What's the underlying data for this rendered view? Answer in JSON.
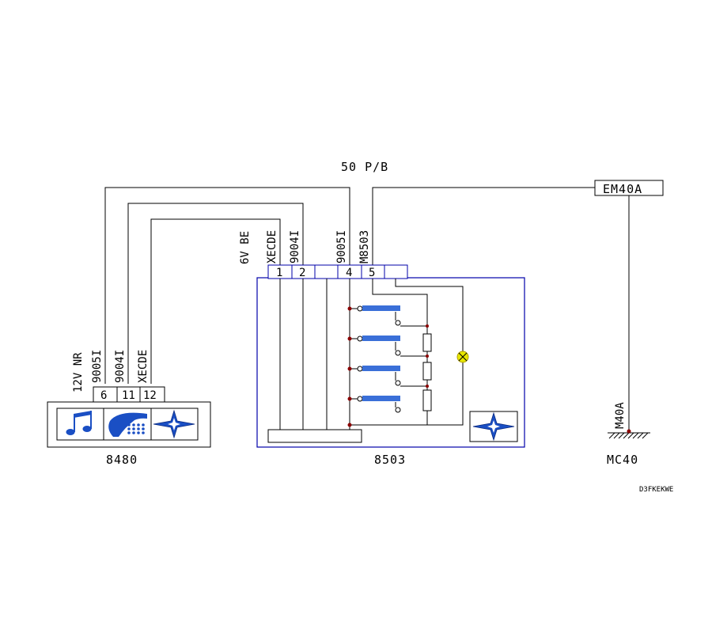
{
  "diagram": {
    "bus_label": "50 P/B",
    "ground_connector": "EM40A",
    "ground_wire": "M40A",
    "ground_point": "MC40",
    "reference_code": "D3FKEKWE",
    "colors": {
      "wire": "#000000",
      "module_outline": "#0000aa",
      "contact_bar": "#3a6fd8",
      "node_dot": "#8b0000",
      "lamp": "#e8e800"
    },
    "left_component": {
      "id": "8480",
      "connector_label": "12V NR",
      "pins": [
        {
          "num": "6",
          "wire": "9005I"
        },
        {
          "num": "11",
          "wire": "9004I"
        },
        {
          "num": "12",
          "wire": "XECDE"
        }
      ],
      "icons": [
        "music-note-icon",
        "telephone-icon",
        "compass-star-icon"
      ]
    },
    "right_component": {
      "id": "8503",
      "connector_label": "6V BE",
      "pins": [
        {
          "num": "1",
          "wire": "XECDE"
        },
        {
          "num": "2",
          "wire": "9004I"
        },
        {
          "num": "",
          "wire": ""
        },
        {
          "num": "4",
          "wire": "9005I"
        },
        {
          "num": "5",
          "wire": "M8503"
        },
        {
          "num": "",
          "wire": ""
        }
      ],
      "icons": [
        "compass-star-icon"
      ]
    }
  }
}
